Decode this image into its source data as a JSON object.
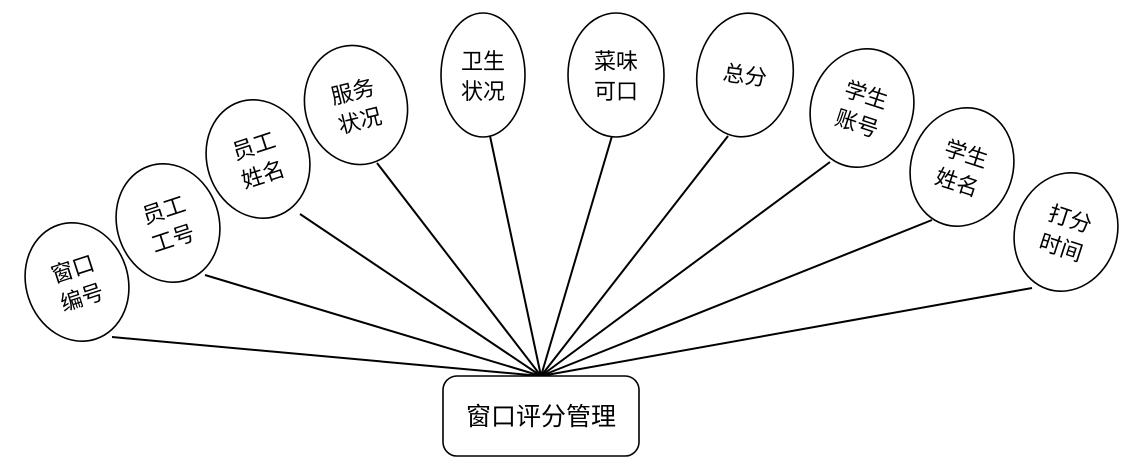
{
  "entity": {
    "label": "窗口评分管理"
  },
  "attributes": [
    {
      "line1": "窗口",
      "line2": "编号"
    },
    {
      "line1": "员工",
      "line2": "工号"
    },
    {
      "line1": "员工",
      "line2": "姓名"
    },
    {
      "line1": "服务",
      "line2": "状况"
    },
    {
      "line1": "卫生",
      "line2": "状况"
    },
    {
      "line1": "菜味",
      "line2": "可口"
    },
    {
      "line1": "总分",
      "line2": ""
    },
    {
      "line1": "学生",
      "line2": "账号"
    },
    {
      "line1": "学生",
      "line2": "姓名"
    },
    {
      "line1": "打分",
      "line2": "时间"
    }
  ],
  "colors": {
    "stroke": "#000000",
    "fill": "#ffffff"
  }
}
